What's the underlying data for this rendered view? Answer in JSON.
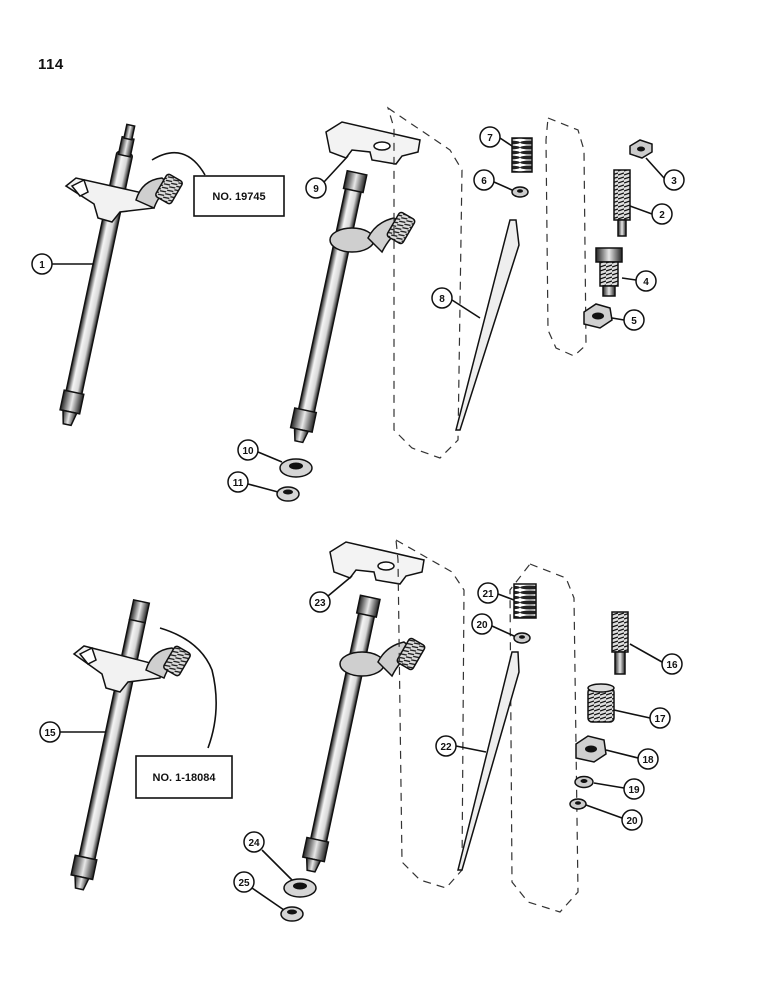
{
  "page": {
    "number": "114"
  },
  "boxes": {
    "top": "NO. 19745",
    "bottom": "NO. 1-18084"
  },
  "callouts": [
    "1",
    "2",
    "3",
    "4",
    "5",
    "6",
    "7",
    "8",
    "9",
    "10",
    "11",
    "15",
    "16",
    "17",
    "18",
    "19",
    "20",
    "20b",
    "21",
    "22",
    "23",
    "24",
    "25"
  ],
  "callout_labels": {
    "1": "1",
    "2": "2",
    "3": "3",
    "4": "4",
    "5": "5",
    "6": "6",
    "7": "7",
    "8": "8",
    "9": "9",
    "10": "10",
    "11": "11",
    "15": "15",
    "16": "16",
    "17": "17",
    "18": "18",
    "19": "19",
    "20": "20",
    "20b": "20",
    "21": "21",
    "22": "22",
    "23": "23",
    "24": "24",
    "25": "25"
  }
}
